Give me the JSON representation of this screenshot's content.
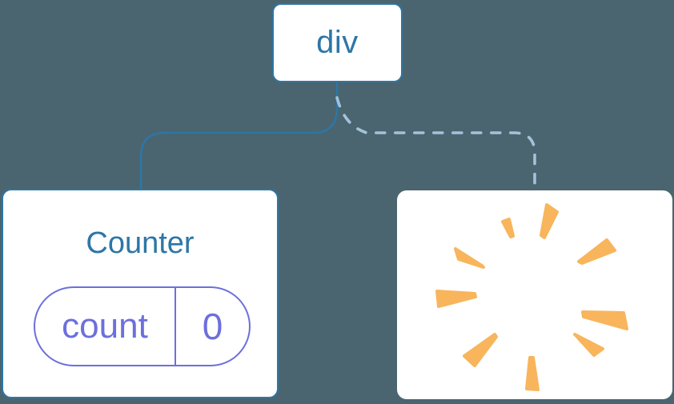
{
  "diagram": {
    "root": {
      "label": "div"
    },
    "children": [
      {
        "label": "Counter",
        "connection": "solid",
        "state": {
          "name": "count",
          "value": "0"
        }
      },
      {
        "connection": "dashed",
        "icon": "poof-sparks-icon"
      }
    ]
  },
  "colors": {
    "node_border_blue": "#2d76a6",
    "node_fill": "#ffffff",
    "solid_line": "#2d76a6",
    "dashed_line": "#a4c2d8",
    "pill_purple": "#6d6fdd",
    "spark_orange": "#f8b55c",
    "background": "#4a656f"
  }
}
